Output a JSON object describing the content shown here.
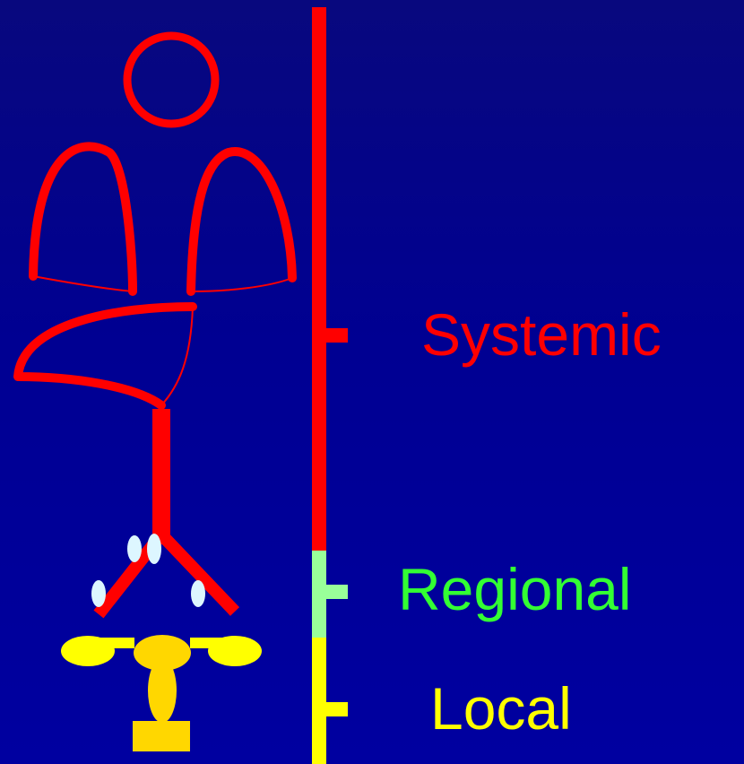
{
  "labels": {
    "systemic": "Systemic",
    "regional": "Regional",
    "local": "Local"
  },
  "colors": {
    "background": "#000092",
    "systemic": "#ff0000",
    "regional": "#33ff33",
    "regional_bar": "#99ff99",
    "local": "#ffff00",
    "local_shape": "#ffd700",
    "node": "#ddf6ff"
  }
}
